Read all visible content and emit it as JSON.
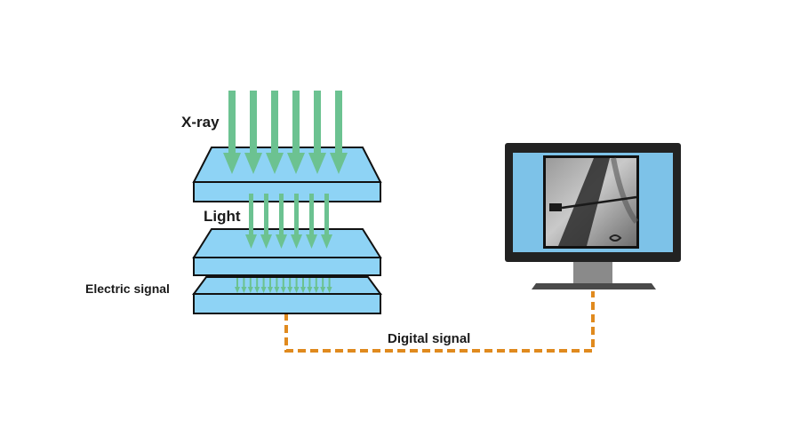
{
  "labels": {
    "xray": "X-ray",
    "light": "Light",
    "electric": "Electric signal",
    "digital": "Digital signal"
  },
  "colors": {
    "plate_fill": "#8ed3f5",
    "plate_stroke": "#111111",
    "arrow": "#6cc291",
    "signal_line": "#e08a1e",
    "monitor_body": "#222222",
    "monitor_screen": "#7dc2e8",
    "monitor_stand": "#8a8a8a"
  },
  "icons": {
    "xray_arrows": "down-arrow-icon",
    "light_arrows": "down-arrow-icon",
    "monitor": "monitor-icon"
  }
}
